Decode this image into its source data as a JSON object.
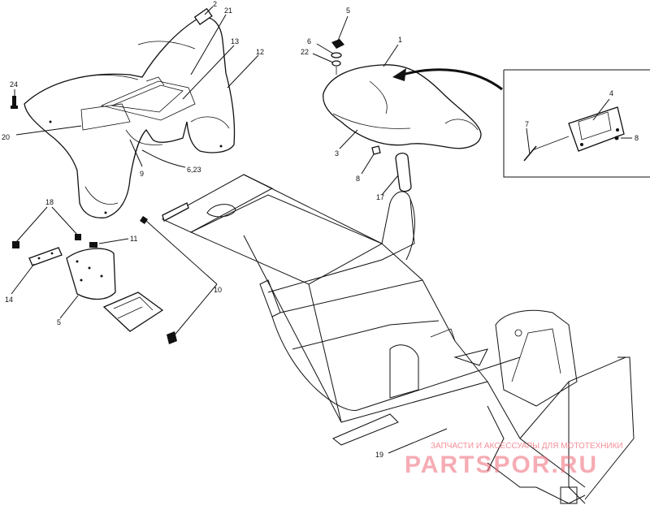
{
  "callouts": [
    {
      "id": "c2",
      "text": "2"
    },
    {
      "id": "c21",
      "text": "21"
    },
    {
      "id": "c13",
      "text": "13"
    },
    {
      "id": "c12",
      "text": "12"
    },
    {
      "id": "c24",
      "text": "24"
    },
    {
      "id": "c20",
      "text": "20"
    },
    {
      "id": "c9",
      "text": "9"
    },
    {
      "id": "c623",
      "text": "6,23"
    },
    {
      "id": "c5a",
      "text": "5"
    },
    {
      "id": "c6",
      "text": "6"
    },
    {
      "id": "c22",
      "text": "22"
    },
    {
      "id": "c1",
      "text": "1"
    },
    {
      "id": "c3",
      "text": "3"
    },
    {
      "id": "c8a",
      "text": "8"
    },
    {
      "id": "c17",
      "text": "17"
    },
    {
      "id": "c4",
      "text": "4"
    },
    {
      "id": "c7",
      "text": "7"
    },
    {
      "id": "c8b",
      "text": "8"
    },
    {
      "id": "c18",
      "text": "18"
    },
    {
      "id": "c11",
      "text": "11"
    },
    {
      "id": "c14",
      "text": "14"
    },
    {
      "id": "c5b",
      "text": "5"
    },
    {
      "id": "c10",
      "text": "10"
    },
    {
      "id": "c19",
      "text": "19"
    }
  ],
  "watermark": {
    "line1": "ЗАПЧАСТИ И АКСЕССУАРЫ ДЛЯ МОТОТЕХНИКИ",
    "line2": "PARTSPOR.RU"
  },
  "colors": {
    "ink": "#111111",
    "background": "#ffffff",
    "watermark": "#f06a78"
  }
}
